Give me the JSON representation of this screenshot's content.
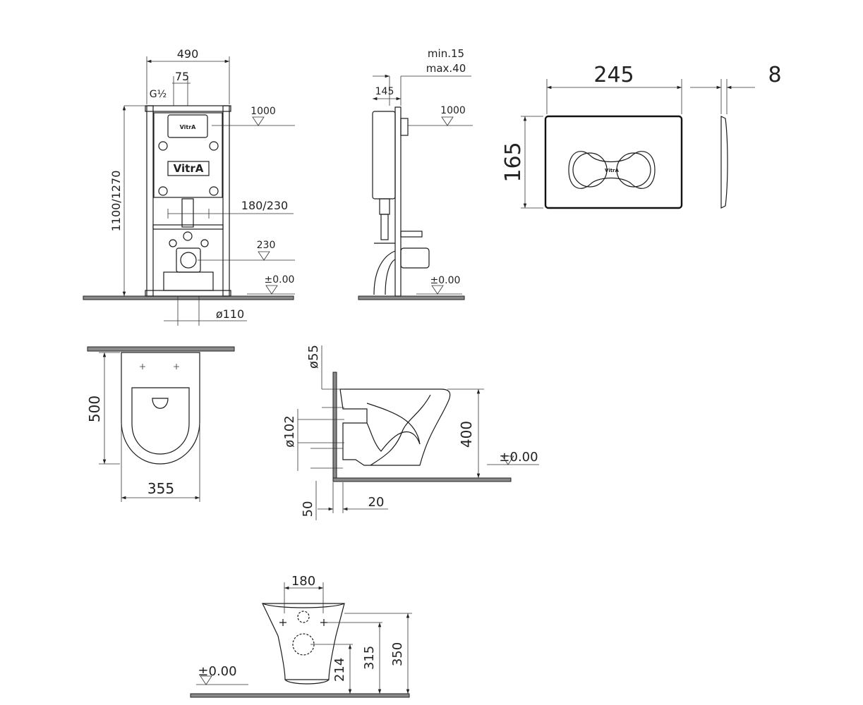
{
  "frame_front": {
    "width": "490",
    "offset": "75",
    "thread": "G½",
    "height": "1100/1270",
    "ref_1000": "1000",
    "bolt_spacing": "180/230",
    "drain_height": "230",
    "floor": "±0.00",
    "drain_dia": "ø110",
    "logo_small": "VitrA",
    "logo_big": "VitrA"
  },
  "frame_side": {
    "min": "min.15",
    "max": "max.40",
    "depth": "145",
    "ref_1000": "1000",
    "floor": "±0.00"
  },
  "flush_plate": {
    "width": "245",
    "thickness": "8",
    "height": "165",
    "logo": "VitrA"
  },
  "bowl_top": {
    "length": "500",
    "width": "355"
  },
  "bowl_side": {
    "inlet_dia": "ø55",
    "outlet_dia": "ø102",
    "height": "400",
    "floor": "±0.00",
    "gap": "50",
    "offset": "20"
  },
  "bowl_back": {
    "bolt_spacing": "180",
    "floor": "±0.00",
    "h_outlet": "214",
    "h_inlet": "315",
    "h_bolts": "350"
  }
}
